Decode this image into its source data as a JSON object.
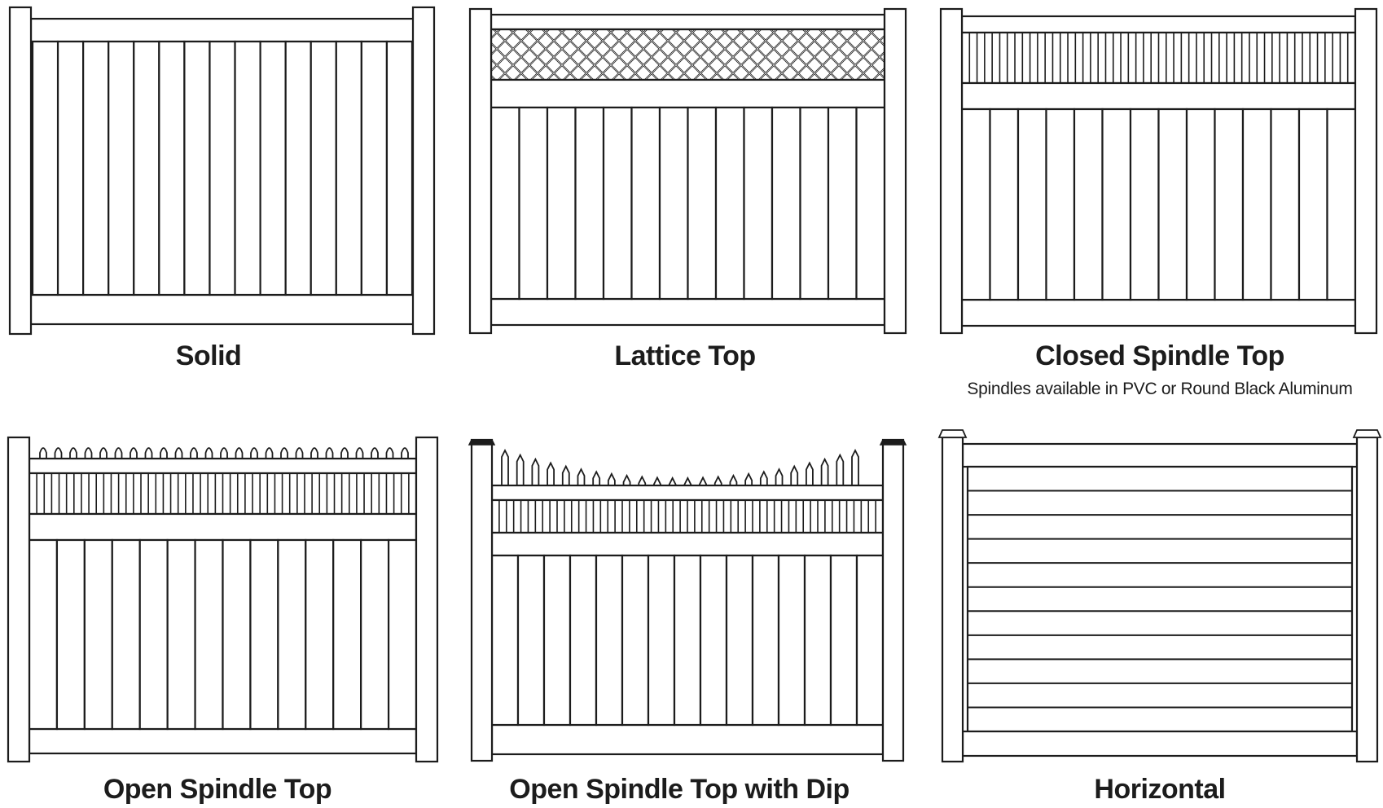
{
  "styles": [
    {
      "id": "solid",
      "label": "Solid",
      "sublabel": ""
    },
    {
      "id": "lattice-top",
      "label": "Lattice Top",
      "sublabel": ""
    },
    {
      "id": "closed-spindle-top",
      "label": "Closed Spindle Top",
      "sublabel": "Spindles available in PVC or Round Black Aluminum"
    },
    {
      "id": "open-spindle-top",
      "label": "Open Spindle Top",
      "sublabel": ""
    },
    {
      "id": "open-spindle-top-dip",
      "label": "Open Spindle Top with Dip",
      "sublabel": ""
    },
    {
      "id": "horizontal",
      "label": "Horizontal",
      "sublabel": ""
    }
  ],
  "colors": {
    "line": "#1c1c1c",
    "fill": "#ffffff"
  }
}
